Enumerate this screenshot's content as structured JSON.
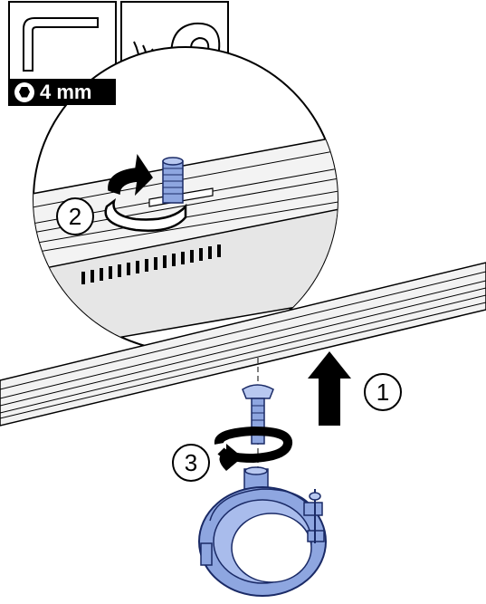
{
  "tool": {
    "size_label": "4 mm",
    "icon": "hex-key-icon"
  },
  "listen_icon": "ear-sound-icon",
  "steps": [
    {
      "label": "1"
    },
    {
      "label": "2"
    },
    {
      "label": "3"
    }
  ],
  "colors": {
    "clamp_fill": "#8ea6e0",
    "clamp_stroke": "#1a2a66",
    "rail_fill": "#f2f2f2",
    "line": "#000000"
  }
}
